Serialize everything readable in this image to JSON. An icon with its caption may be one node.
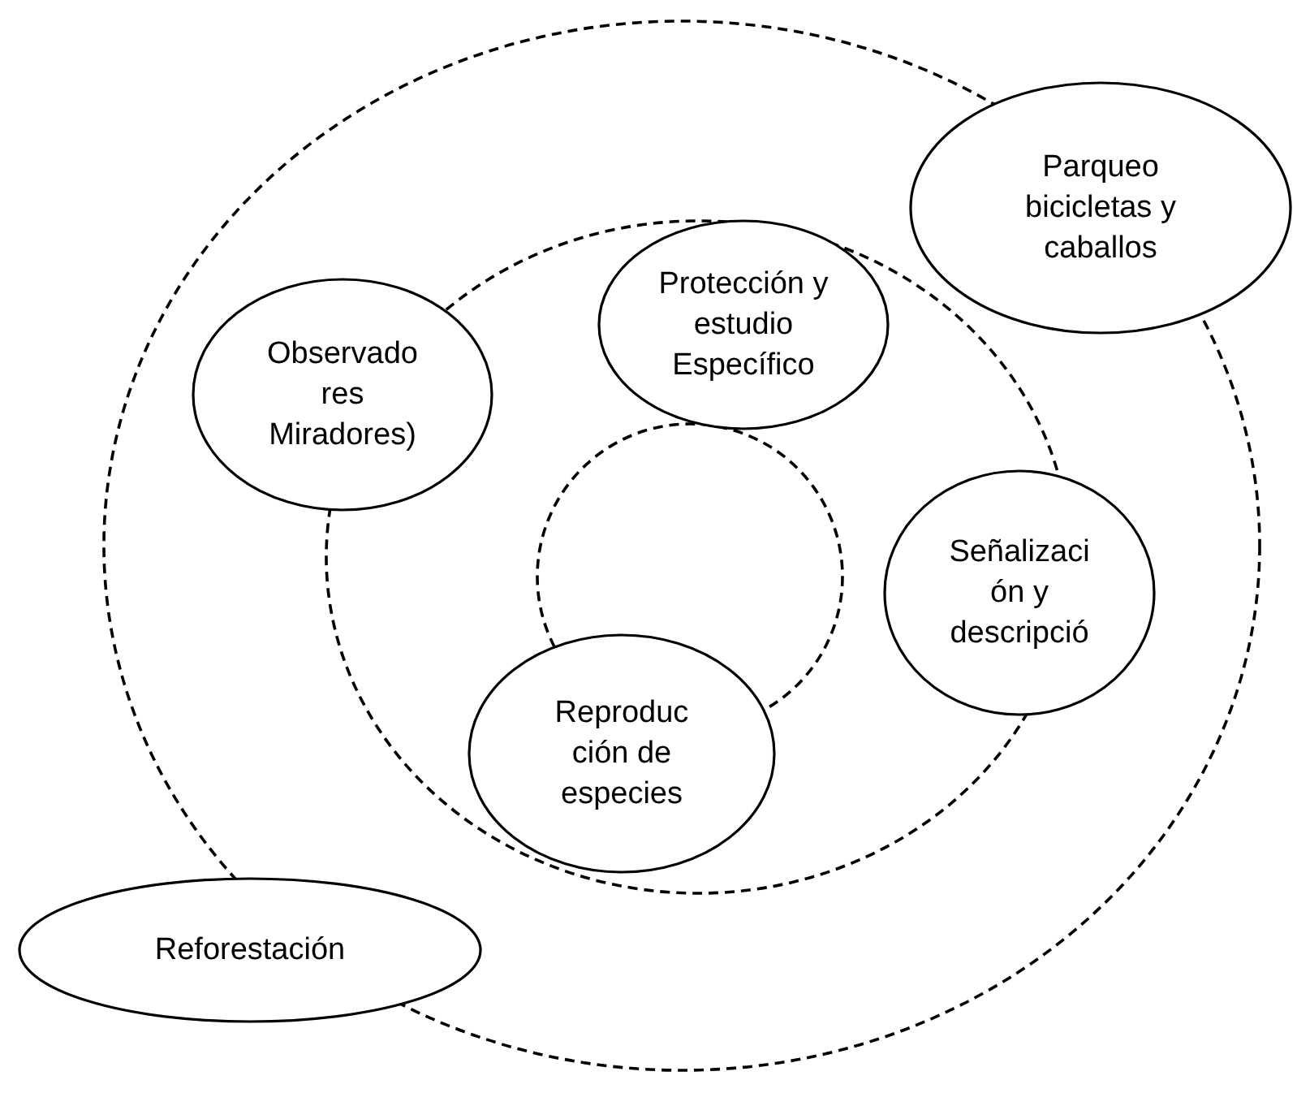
{
  "diagram": {
    "nodes": [
      {
        "text": [],
        "shape": "circle"
      },
      {
        "text": [],
        "shape": "circle",
        "in": 0
      },
      {
        "text": [],
        "shape": "circle",
        "in": 1
      },
      {
        "text": [
          "Parqueo bicicletas y caballos"
        ]
      },
      {
        "text": [
          "Protección y estudio Específico"
        ],
        "in": 1
      },
      {
        "text": [
          "Observado res Miradores)"
        ],
        "in": 0
      },
      {
        "text": [
          "Señalizaci ón y descripció"
        ],
        "in": 0
      },
      {
        "text": [
          "Reproduc ción de especies"
        ],
        "in": 1
      },
      {
        "text": [
          "Reforestación"
        ]
      }
    ]
  }
}
